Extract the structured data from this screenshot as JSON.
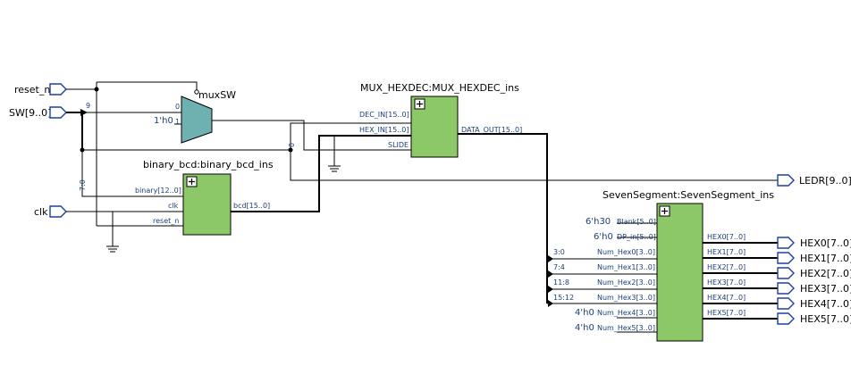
{
  "inputs": {
    "reset_n": "reset_n",
    "sw": "SW[9..0]",
    "clk": "clk"
  },
  "outputs": {
    "ledr": "LEDR[9..0]",
    "hex": [
      "HEX0[7..0]",
      "HEX1[7..0]",
      "HEX2[7..0]",
      "HEX3[7..0]",
      "HEX4[7..0]",
      "HEX5[7..0]"
    ]
  },
  "mux": {
    "name": "muxSW",
    "in0": "0",
    "in1": "1",
    "const": "1'h0"
  },
  "wire_labels": {
    "sw_bit": "9",
    "binary_slice": "7:0",
    "slide_slice": "0"
  },
  "binary_bcd": {
    "title": "binary_bcd:binary_bcd_ins",
    "ports_in": [
      "binary[12..0]",
      "clk",
      "reset_n"
    ],
    "port_out": "bcd[15..0]"
  },
  "mux_hexdec": {
    "title": "MUX_HEXDEC:MUX_HEXDEC_ins",
    "ports_in": [
      "DEC_IN[15..0]",
      "HEX_IN[15..0]",
      "SLIDE"
    ],
    "port_out": "DATA_OUT[15..0]"
  },
  "sevenseg": {
    "title": "SevenSegment:SevenSegment_ins",
    "ports_in": [
      "Blank[5..0]",
      "DP_in[5..0]",
      "Num_Hex0[3..0]",
      "Num_Hex1[3..0]",
      "Num_Hex2[3..0]",
      "Num_Hex3[3..0]",
      "Num_Hex4[3..0]",
      "Num_Hex5[3..0]"
    ],
    "const_inputs": [
      "6'h30",
      "6'h0",
      "",
      "",
      "",
      "",
      "4'h0",
      "4'h0"
    ],
    "slices": [
      "",
      "",
      "3:0",
      "7:4",
      "11:8",
      "15:12",
      "",
      ""
    ],
    "ports_out": [
      "HEX0[7..0]",
      "HEX1[7..0]",
      "HEX2[7..0]",
      "HEX3[7..0]",
      "HEX4[7..0]",
      "HEX5[7..0]"
    ]
  }
}
